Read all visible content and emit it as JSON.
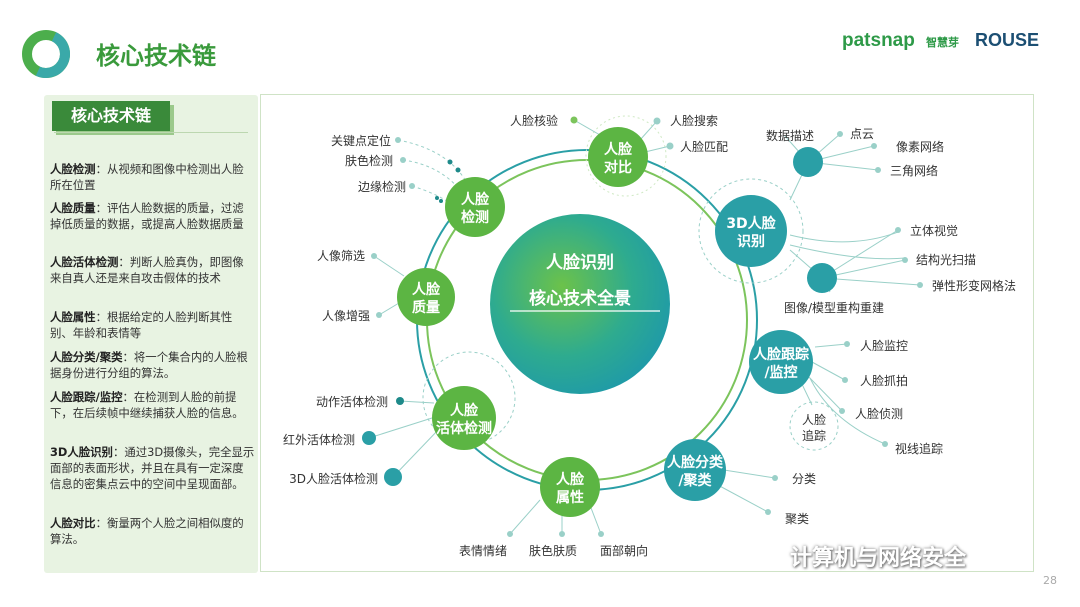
{
  "header": {
    "title": "核心技术链",
    "brand_patsnap": "patsnap",
    "brand_patsnap_cn": "智慧芽",
    "brand_rouse": "ROUSE"
  },
  "panel": {
    "tab_label": "核心技术链",
    "definitions": [
      {
        "term": "人脸检测",
        "text": "：从视频和图像中检测出人脸所在位置"
      },
      {
        "term": "人脸质量",
        "text": "：评估人脸数据的质量，过滤掉低质量的数据，或提高人脸数据质量"
      },
      {
        "term": "人脸活体检测",
        "text": "：判断人脸真伪，即图像来自真人还是来自攻击假体的技术"
      },
      {
        "term": "人脸属性",
        "text": "：根据给定的人脸判断其性别、年龄和表情等"
      },
      {
        "term": "人脸分类/聚类",
        "text": "：将一个集合内的人脸根据身份进行分组的算法。"
      },
      {
        "term": "人脸跟踪/监控",
        "text": "：在检测到人脸的前提下，在后续帧中继续捕获人脸的信息。"
      },
      {
        "term": "3D人脸识别",
        "text": "：通过3D摄像头，完全显示面部的表面形状，并且在具有一定深度信息的密集点云中的空间中呈现面部。"
      },
      {
        "term": "人脸对比",
        "text": "：衡量两个人脸之间相似度的算法。"
      }
    ]
  },
  "diagram": {
    "center_line1": "人脸识别",
    "center_line2": "核心技术全景",
    "nodes": [
      {
        "id": "detect",
        "line1": "人脸",
        "line2": "检测",
        "color": "#5cb543"
      },
      {
        "id": "compare",
        "line1": "人脸",
        "line2": "对比",
        "color": "#5cb543"
      },
      {
        "id": "3d",
        "line1": "3D人脸",
        "line2": "识别",
        "color": "#2a9fa6"
      },
      {
        "id": "quality",
        "line1": "人脸",
        "line2": "质量",
        "color": "#5cb543"
      },
      {
        "id": "tracking",
        "line1": "人脸跟踪",
        "line2": "/监控",
        "color": "#2a9fa6"
      },
      {
        "id": "liveness",
        "line1": "人脸",
        "line2": "活体检测",
        "color": "#5cb543"
      },
      {
        "id": "attribute",
        "line1": "人脸",
        "line2": "属性",
        "color": "#5cb543"
      },
      {
        "id": "cluster",
        "line1": "人脸分类",
        "line2": "/聚类",
        "color": "#2a9fa6"
      }
    ],
    "leaves": {
      "detect": [
        "关键点定位",
        "肤色检测",
        "边缘检测"
      ],
      "compare": [
        "人脸核验",
        "人脸搜索",
        "人脸匹配"
      ],
      "3d_top_hub": "数据描述",
      "3d_top": [
        "点云",
        "像素网络",
        "三角网络"
      ],
      "3d_bottom": [
        "立体视觉",
        "结构光扫描",
        "弹性形变网格法"
      ],
      "3d_bottom_hub": "图像/模型重构重建",
      "quality": [
        "人像筛选",
        "人像增强"
      ],
      "tracking": [
        "人脸监控",
        "人脸抓拍",
        "人脸侦测",
        "视线追踪"
      ],
      "tracking_sub_line1": "人脸",
      "tracking_sub_line2": "追踪",
      "liveness": [
        "动作活体检测",
        "红外活体检测",
        "3D人脸活体检测"
      ],
      "attribute": [
        "表情情绪",
        "肤色肤质",
        "面部朝向"
      ],
      "cluster": [
        "分类",
        "聚类"
      ]
    }
  },
  "footer": {
    "watermark": "计算机与网络安全",
    "page_number": "28"
  }
}
